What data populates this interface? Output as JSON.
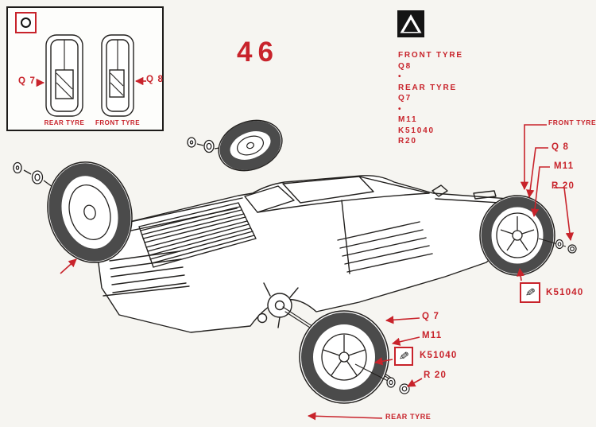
{
  "colors": {
    "accent": "#c8232b",
    "ink": "#23211f",
    "paper": "#f6f5f1"
  },
  "step": {
    "number": "46"
  },
  "icons": {
    "circle_symbol": "circle-outline-symbol",
    "triangle_symbol": "black-triangle-symbol",
    "paint_marker": "✎"
  },
  "inset": {
    "left_part_label": "Q 7",
    "right_part_label": "Q 8",
    "left_caption": "REAR TYRE",
    "right_caption": "FRONT TYRE"
  },
  "parts_list": [
    "FRONT TYRE",
    "Q8",
    "•",
    "REAR TYRE",
    "Q7",
    "•",
    "M11",
    "K51040",
    "R20"
  ],
  "front_wheel_callouts": {
    "tyre": "FRONT TYRE",
    "part_tyre": "Q 8",
    "part_wheel": "M11",
    "part_nut": "R 20",
    "paint_code": "K51040"
  },
  "rear_wheel_callouts": {
    "part_tyre": "Q 7",
    "part_wheel": "M11",
    "paint_code": "K51040",
    "part_nut": "R 20",
    "tyre": "REAR TYRE"
  }
}
